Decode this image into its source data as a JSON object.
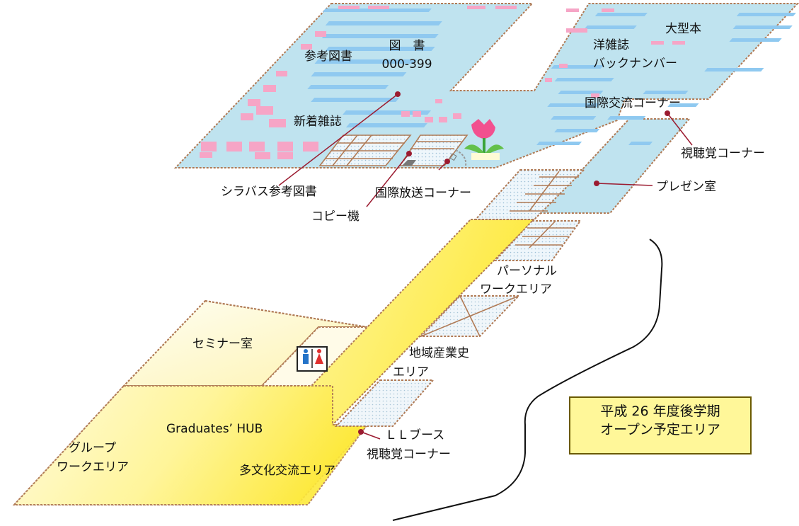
{
  "map": {
    "colors": {
      "library_floor": "#bfe3ef",
      "zone_floor": "#fff7a8",
      "bookshelf": "#8fc9f0",
      "reading_table": "#f6a5c6",
      "border": "#b07a55",
      "marker": "#9b1b30",
      "notice_bg": "#fff799"
    },
    "labels": {
      "reference_books": "参考図書",
      "books_title": "図　書",
      "books_range": "000-399",
      "new_magazines": "新着雑誌",
      "large_books": "大型本",
      "foreign_magazines": "洋雑誌",
      "back_numbers": "バックナンバー",
      "international_exchange": "国際交流コーナー",
      "av_corner": "視聴覚コーナー",
      "presentation_room": "プレゼン室",
      "syllabus_books": "シラバス参考図書",
      "intl_broadcast": "国際放送コーナー",
      "copier": "コピー機",
      "personal_work_1": "パーソナル",
      "personal_work_2": "ワークエリア",
      "local_industry_1": "地域産業史",
      "local_industry_2": "エリア",
      "seminar_room": "セミナー室",
      "graduates_hub": "Graduates’ HUB",
      "group_work_1": "グループ",
      "group_work_2": "ワークエリア",
      "multicultural": "多文化交流エリア",
      "ll_booth_1": "ＬＬブース",
      "ll_booth_2": "視聴覚コーナー"
    },
    "notice": {
      "line1": "平成 26 年度後学期",
      "line2": "オープン予定エリア"
    },
    "icons": [
      "tulip-icon",
      "restroom-icon",
      "copier-icon",
      "broadcast-icon"
    ]
  }
}
